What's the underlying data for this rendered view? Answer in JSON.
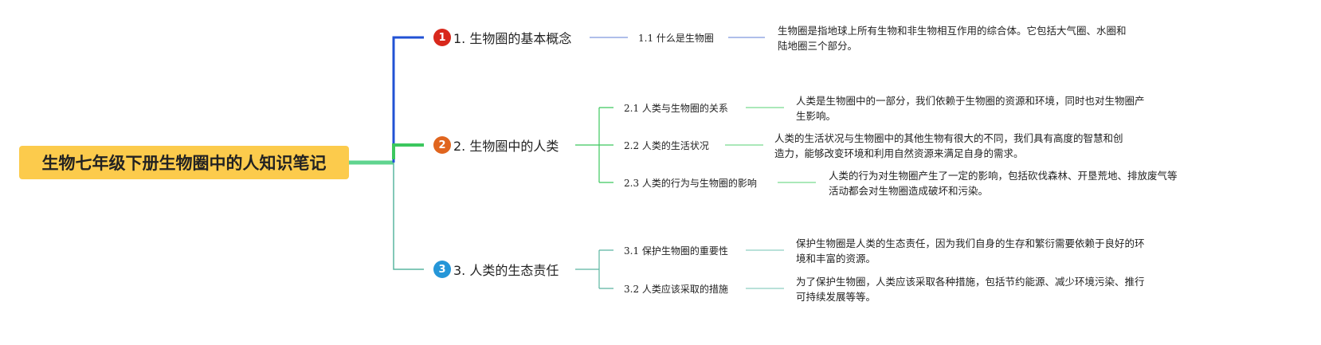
{
  "root": {
    "title": "生物七年级下册生物圈中的人知识笔记"
  },
  "colors": {
    "root_bg": "#fccb4c",
    "branch1": "#2152d4",
    "branch2": "#3cc75e",
    "branch3": "#5ab5a0"
  },
  "branches": [
    {
      "badge": "1",
      "badge_color": "#d8281c",
      "label": "1. 生物圈的基本概念",
      "children": [
        {
          "label": "1.1 什么是生物圈",
          "detail": [
            "生物圈是指地球上所有生物和非生物相互作用的综合体。它包括大气圈、水圈和",
            "陆地圈三个部分。"
          ]
        }
      ]
    },
    {
      "badge": "2",
      "badge_color": "#e0651e",
      "label": "2. 生物圈中的人类",
      "children": [
        {
          "label": "2.1 人类与生物圈的关系",
          "detail": [
            "人类是生物圈中的一部分，我们依赖于生物圈的资源和环境，同时也对生物圈产",
            "生影响。"
          ]
        },
        {
          "label": "2.2 人类的生活状况",
          "detail": [
            "人类的生活状况与生物圈中的其他生物有很大的不同，我们具有高度的智慧和创",
            "造力，能够改变环境和利用自然资源来满足自身的需求。"
          ]
        },
        {
          "label": "2.3 人类的行为与生物圈的影响",
          "detail": [
            "人类的行为对生物圈产生了一定的影响，包括砍伐森林、开垦荒地、排放废气等",
            "活动都会对生物圈造成破坏和污染。"
          ]
        }
      ]
    },
    {
      "badge": "3",
      "badge_color": "#2596d8",
      "label": "3. 人类的生态责任",
      "children": [
        {
          "label": "3.1 保护生物圈的重要性",
          "detail": [
            "保护生物圈是人类的生态责任，因为我们自身的生存和繁衍需要依赖于良好的环",
            "境和丰富的资源。"
          ]
        },
        {
          "label": "3.2 人类应该采取的措施",
          "detail": [
            "为了保护生物圈，人类应该采取各种措施，包括节约能源、减少环境污染、推行",
            "可持续发展等等。"
          ]
        }
      ]
    }
  ]
}
